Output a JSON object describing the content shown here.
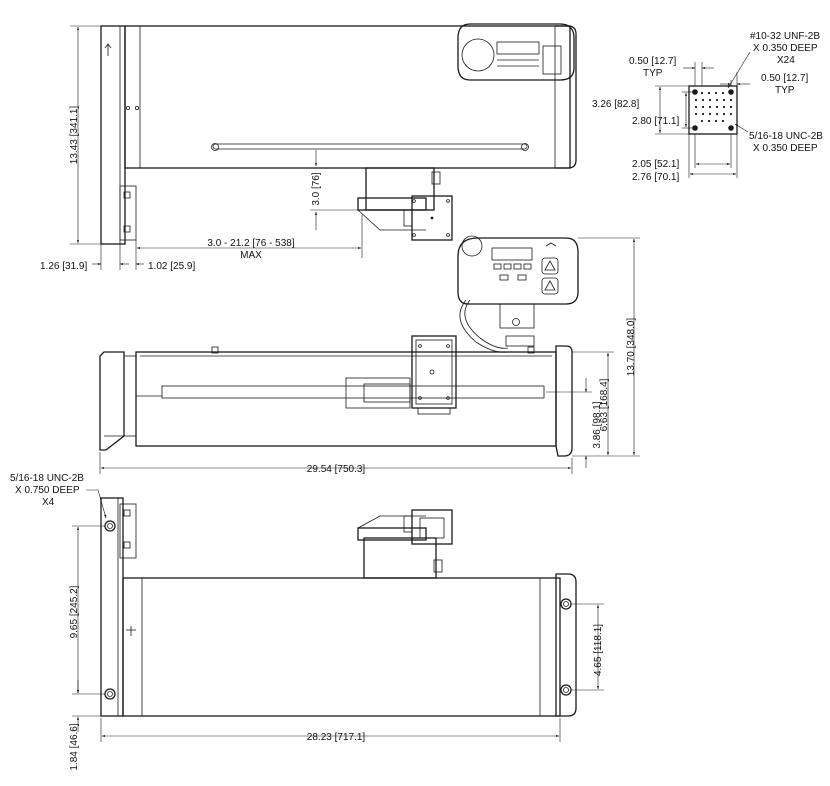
{
  "top_view": {
    "height": "13.43 [341.1]",
    "width_left": "1.26 [31.9]",
    "width_right": "1.02 [25.9]",
    "stroke_range": "3.0 - 21.2 [76 - 538]",
    "stroke_max": "MAX",
    "offset": "3.0 [76]"
  },
  "hole_pattern": {
    "thread_small_1": "#10-32 UNF-2B",
    "thread_small_2": "X 0.350 DEEP",
    "thread_small_3": "X24",
    "spacing_left_1": "0.50 [12.7]",
    "spacing_left_2": "TYP",
    "spacing_right_1": "0.50 [12.7]",
    "spacing_right_2": "TYP",
    "height_outer": "3.26 [82.8]",
    "height_inner": "2.80 [71.1]",
    "thread_large_1": "5/16-18 UNC-2B",
    "thread_large_2": "X 0.350 DEEP",
    "width_inner": "2.05 [52.1]",
    "width_outer": "2.76 [70.1]"
  },
  "front_view": {
    "overall_height": "13.70 [348.0]",
    "height_mid": "6.63 [168.4]",
    "height_low": "3.86 [98.1]",
    "overall_length": "29.54 [750.3]"
  },
  "bottom_view": {
    "thread_1": "5/16-18 UNC-2B",
    "thread_2": "X 0.750 DEEP",
    "thread_3": "X4",
    "hole_spacing": "9.65 [245.2]",
    "edge_offset": "1.84 [46.6]",
    "hole_span_right": "4.65 [118.1]",
    "length": "28.23 [717.1]"
  }
}
